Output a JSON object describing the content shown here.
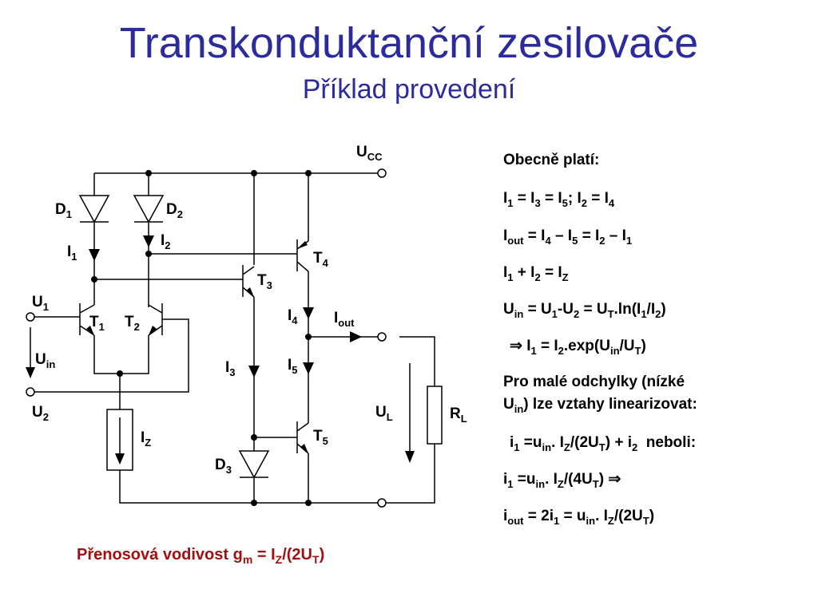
{
  "title": "Transkonduktanční zesilovače",
  "subtitle": "Příklad provedení",
  "labels": {
    "ucc": {
      "main": "U",
      "sub": "CC"
    },
    "d1": {
      "main": "D",
      "sub": "1"
    },
    "d2": {
      "main": "D",
      "sub": "2"
    },
    "d3": {
      "main": "D",
      "sub": "3"
    },
    "i1": {
      "main": "I",
      "sub": "1"
    },
    "i2": {
      "main": "I",
      "sub": "2"
    },
    "i3": {
      "main": "I",
      "sub": "3"
    },
    "i4": {
      "main": "I",
      "sub": "4"
    },
    "i5": {
      "main": "I",
      "sub": "5"
    },
    "iout": {
      "main": "I",
      "sub": "out"
    },
    "iz": {
      "main": "I",
      "sub": "Z"
    },
    "u1": {
      "main": "U",
      "sub": "1"
    },
    "u2": {
      "main": "U",
      "sub": "2"
    },
    "uin": {
      "main": "U",
      "sub": "in"
    },
    "ul": {
      "main": "U",
      "sub": "L"
    },
    "rl": {
      "main": "R",
      "sub": "L"
    },
    "t1": {
      "main": "T",
      "sub": "1"
    },
    "t2": {
      "main": "T",
      "sub": "2"
    },
    "t3": {
      "main": "T",
      "sub": "3"
    },
    "t4": {
      "main": "T",
      "sub": "4"
    },
    "t5": {
      "main": "T",
      "sub": "5"
    }
  },
  "equations": {
    "heading": "Obecně platí:",
    "l1": {
      "a": "I",
      "b": "1",
      "c": " = I",
      "d": "3",
      "e": " = I",
      "f": "5",
      "g": "; I",
      "h": "2",
      "i": " = I",
      "j": "4"
    },
    "l2": {
      "a": "I",
      "b": "out",
      "c": " = I",
      "d": "4",
      "e": " – I",
      "f": "5",
      "g": " = I",
      "h": "2",
      "i": " – I",
      "j": "1"
    },
    "l3": {
      "a": "I",
      "b": "1",
      "c": " + I",
      "d": "2",
      "e": " = I",
      "f": "Z"
    },
    "l4": {
      "a": "U",
      "b": "in",
      "c": " = U",
      "d": "1",
      "e": "-U",
      "f": "2",
      "g": " = U",
      "h": "T",
      "i": ".ln(I",
      "j": "1",
      "k": "/I",
      "l": "2",
      "m": ")"
    },
    "l5": {
      "arrow": "⇒",
      "a": " I",
      "b": "1",
      "c": " = I",
      "d": "2",
      "e": ".exp(U",
      "f": "in",
      "g": "/U",
      "h": "T",
      "i": ")"
    },
    "l6": "Pro malé odchylky (nízké",
    "l7": {
      "a": "U",
      "b": "in",
      "c": ") lze vztahy linearizovat:"
    },
    "l8": {
      "a": "i",
      "b": "1",
      "c": " =u",
      "d": "in",
      "e": ". I",
      "f": "Z",
      "g": "/(2U",
      "h": "T",
      "i": ") + i",
      "j": "2",
      "k": "  neboli:"
    },
    "l9": {
      "a": "i",
      "b": "1",
      "c": " =u",
      "d": "in",
      "e": ". I",
      "f": "Z",
      "g": "/(4U",
      "h": "T",
      "i": ") ",
      "arrow": "⇒"
    },
    "l10": {
      "a": "i",
      "b": "out",
      "c": " = 2i",
      "d": "1",
      "e": " = u",
      "f": "in",
      "g": ". I",
      "h": "Z",
      "i": "/(2U",
      "j": "T",
      "k": ")"
    }
  },
  "footer": {
    "a": "Přenosová vodivost g",
    "b": "m",
    "c": " = I",
    "d": "Z",
    "e": "/(2U",
    "f": "T",
    "g": ")"
  }
}
